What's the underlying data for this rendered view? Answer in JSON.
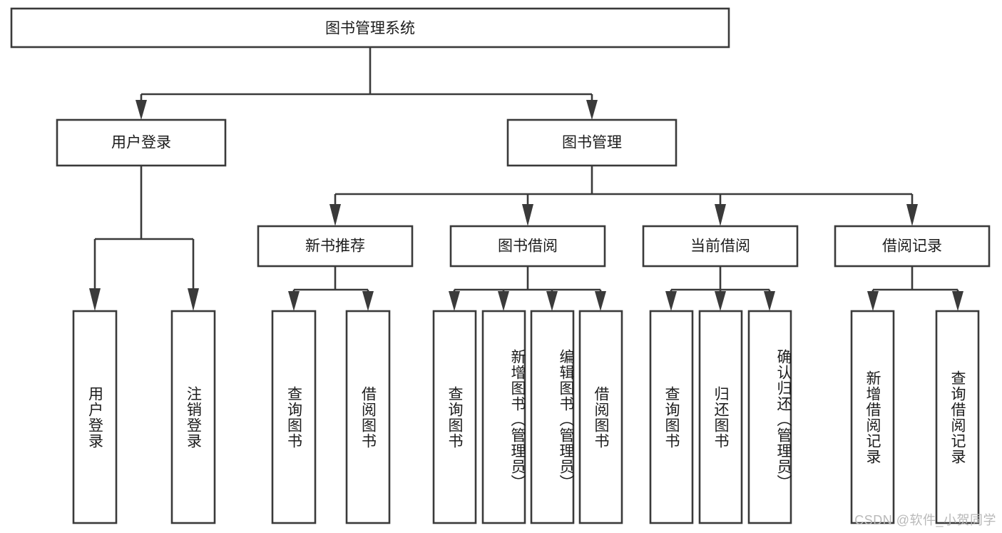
{
  "diagram": {
    "type": "tree-hierarchy-chart",
    "title": "图书管理系统",
    "background_color": "#ffffff",
    "line_color": "#3a3a3a",
    "text_color": "#1c1c1c",
    "root": {
      "label": "图书管理系统"
    },
    "level2": [
      {
        "label": "用户登录"
      },
      {
        "label": "图书管理"
      }
    ],
    "level3": [
      {
        "label": "新书推荐"
      },
      {
        "label": "图书借阅"
      },
      {
        "label": "当前借阅"
      },
      {
        "label": "借阅记录"
      }
    ],
    "leaves": {
      "user_login": [
        {
          "label": "用户登录"
        },
        {
          "label": "注销登录"
        }
      ],
      "new_book_recommend": [
        {
          "label": "查询图书"
        },
        {
          "label": "借阅图书"
        }
      ],
      "book_borrow": [
        {
          "label": "查询图书"
        },
        {
          "label": "新增图书（管理员）"
        },
        {
          "label": "编辑图书（管理员）"
        },
        {
          "label": "借阅图书"
        }
      ],
      "current_borrow": [
        {
          "label": "查询图书"
        },
        {
          "label": "归还图书"
        },
        {
          "label": "确认归还（管理员）"
        }
      ],
      "borrow_record": [
        {
          "label": "新增借阅记录"
        },
        {
          "label": "查询借阅记录"
        }
      ]
    }
  },
  "watermark": {
    "text": "CSDN @软件_小贺同学"
  }
}
